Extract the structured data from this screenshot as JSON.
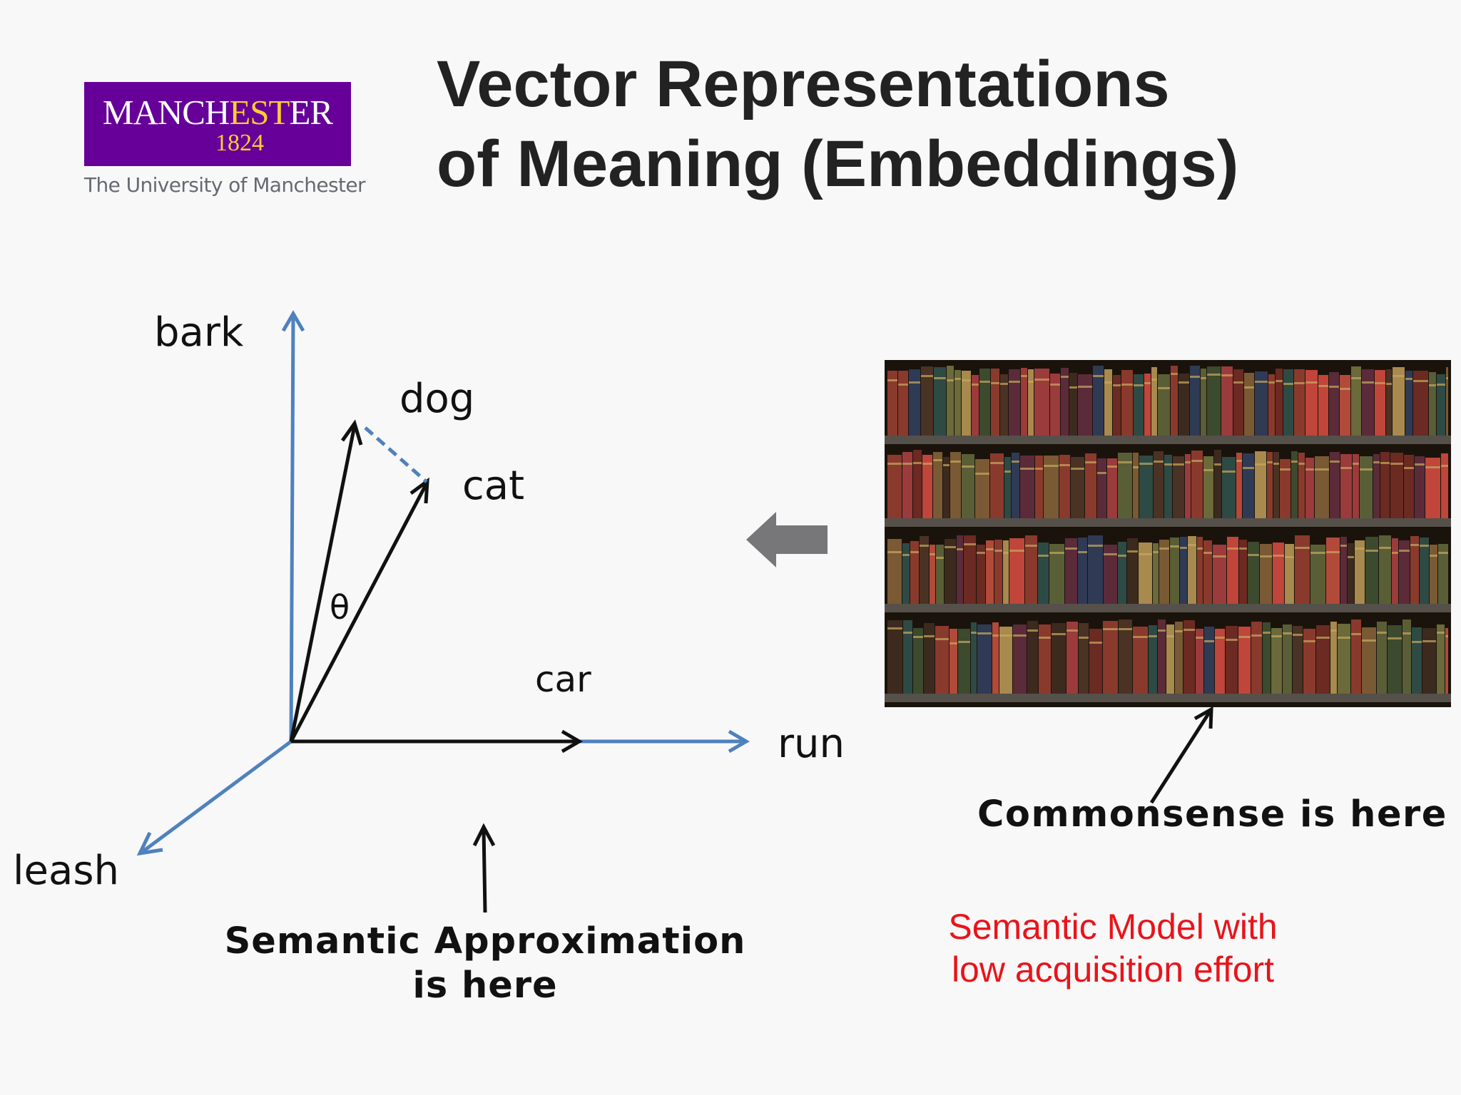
{
  "slide": {
    "title_line1": "Vector Representations",
    "title_line2": "of Meaning (Embeddings)"
  },
  "logo": {
    "wordmark_white_1": "MANCH",
    "wordmark_gold": "EST",
    "wordmark_white_2": "ER",
    "year": "1824",
    "subtitle": "The University of Manchester",
    "purple": "#660099",
    "gold": "#ffcc33"
  },
  "diagram": {
    "axis_labels": {
      "y": "bark",
      "x": "run",
      "z": "leash"
    },
    "vector_labels": {
      "dog": "dog",
      "cat": "cat",
      "car": "car"
    },
    "angle_label": "θ",
    "axis_color": "#4f81bd",
    "vector_color": "#111111"
  },
  "captions": {
    "approximation": "Semantic Approximation is here",
    "commonsense": "Commonsense is here",
    "red_note_line1": "Semantic Model with",
    "red_note_line2": "low acquisition effort",
    "red_color": "#e8141a"
  },
  "icons": {
    "left_arrow": "left-arrow-icon",
    "bookshelf": "bookshelf-image"
  }
}
